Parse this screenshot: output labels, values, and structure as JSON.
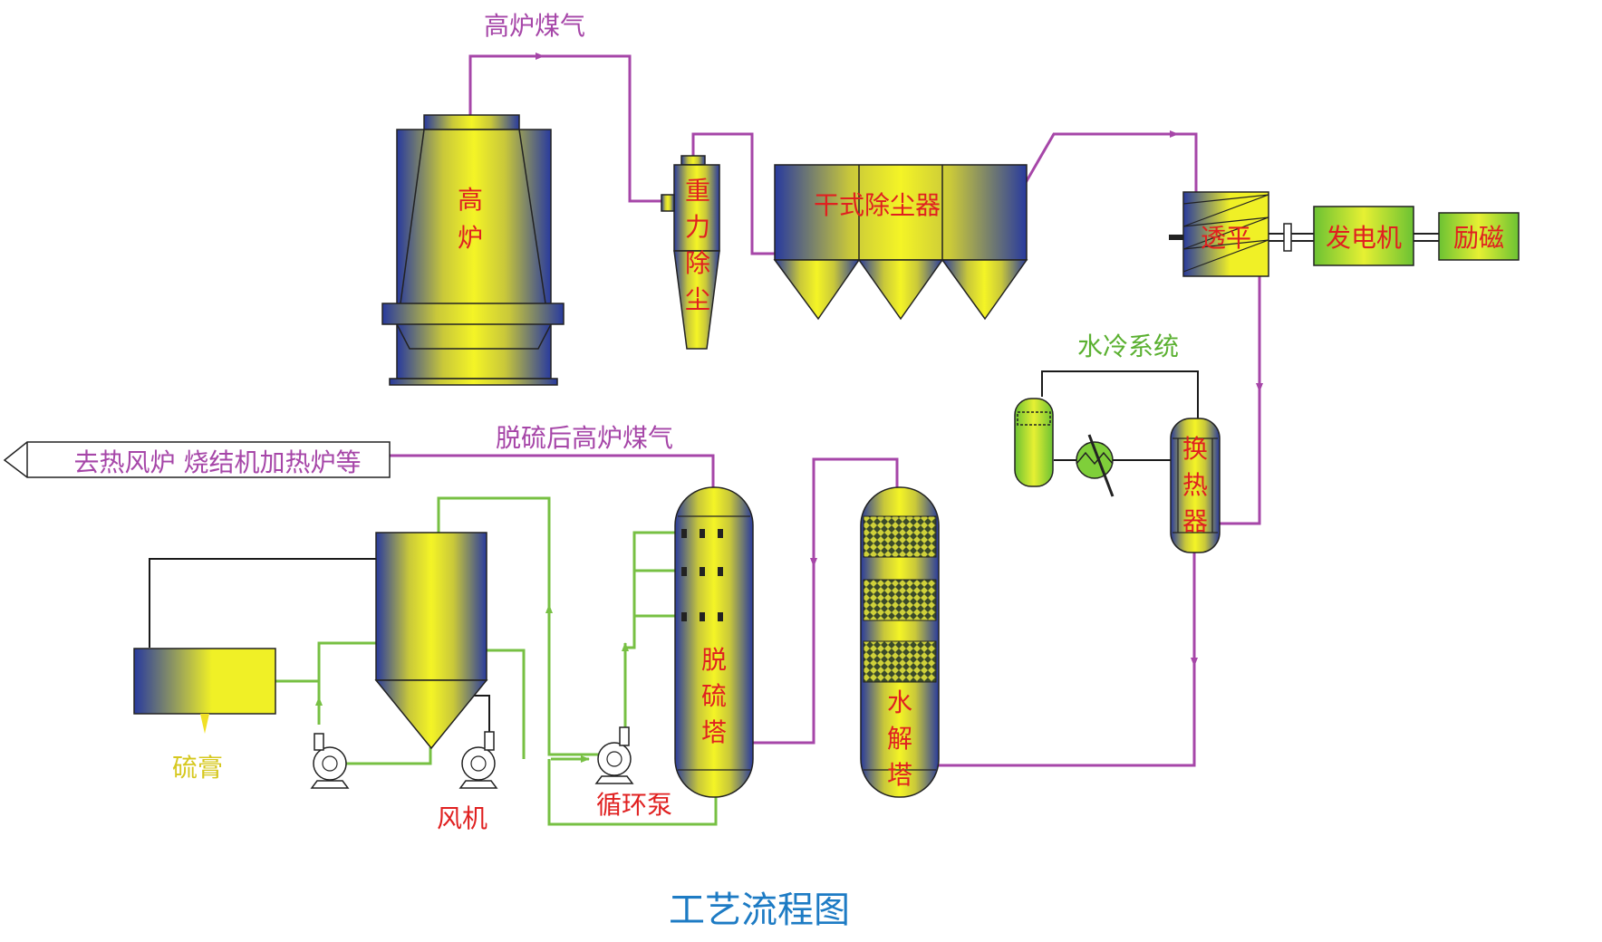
{
  "title": "工艺流程图",
  "colors": {
    "gas_line": "#a646a8",
    "water_line": "#77c043",
    "black_line": "#1a1a1a",
    "equipment_dark": "#283a9e",
    "equipment_light": "#f0f026",
    "green_fill": "#7fcf3a",
    "red_text": "#e02020",
    "purple_text": "#a646a8",
    "green_text": "#5ab030",
    "yellow_text": "#d6c81e",
    "title_text": "#1d7bc4"
  },
  "labels": {
    "blast_furnace_gas": "高炉煤气",
    "blast_furnace": [
      "高",
      "炉"
    ],
    "gravity_dust": [
      "重",
      "力",
      "除",
      "尘"
    ],
    "dry_dust_collector": "干式除尘器",
    "turbine": "透平",
    "generator": "发电机",
    "excitation": "励磁",
    "water_cooling": "水冷系统",
    "heat_exchanger": [
      "换",
      "热",
      "器"
    ],
    "desulfurized_gas": "脱硫后高炉煤气",
    "destination": "去热风炉  烧结机加热炉等",
    "desulfurization_tower": [
      "脱",
      "硫",
      "塔"
    ],
    "hydrolysis_tower": [
      "水",
      "解",
      "塔"
    ],
    "gypsum": "硫膏",
    "fan": "风机",
    "circulation_pump": "循环泵"
  }
}
